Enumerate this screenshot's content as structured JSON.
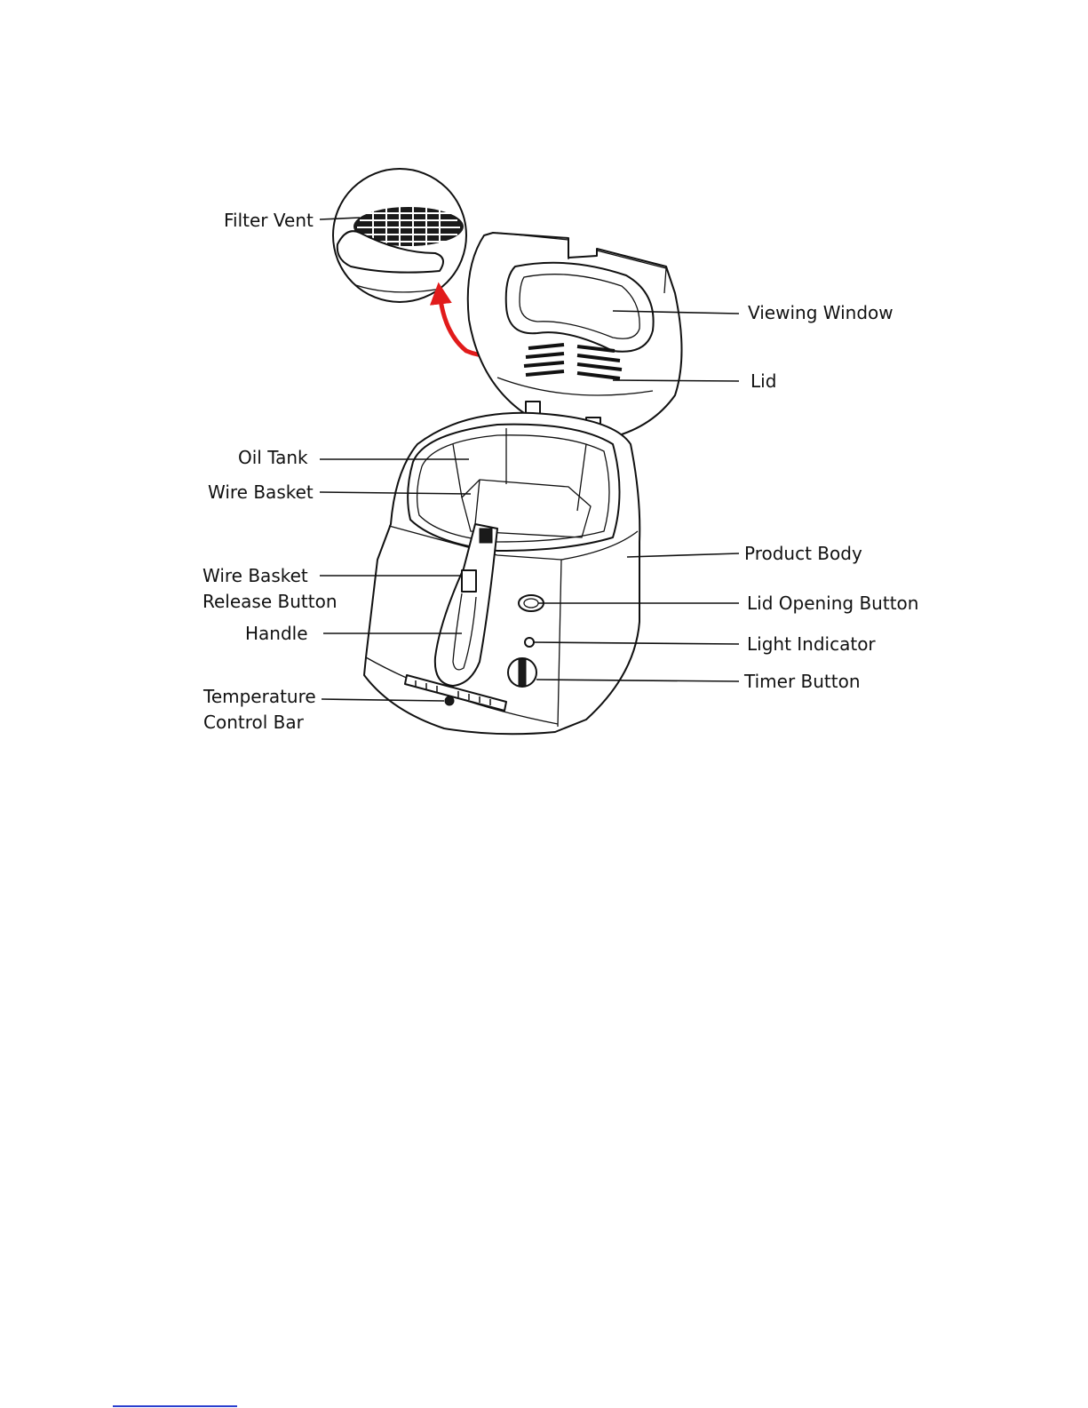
{
  "figure": {
    "labels": {
      "filter_vent": "Filter Vent",
      "viewing_window": "Viewing Window",
      "lid": "Lid",
      "oil_tank": "Oil Tank",
      "wire_basket": "Wire Basket",
      "product_body": "Product Body",
      "wire_basket_release_button_line1": "Wire Basket",
      "wire_basket_release_button_line2": "Release Button",
      "lid_opening_button": "Lid Opening Button",
      "handle": "Handle",
      "light_indicator": "Light Indicator",
      "timer_button": "Timer Button",
      "temperature_control_bar_line1": "Temperature",
      "temperature_control_bar_line2": "Control Bar"
    }
  },
  "colors": {
    "arrow": "#e11b1b",
    "line_art": "#111111",
    "footer_rule": "#2b3fcf"
  }
}
